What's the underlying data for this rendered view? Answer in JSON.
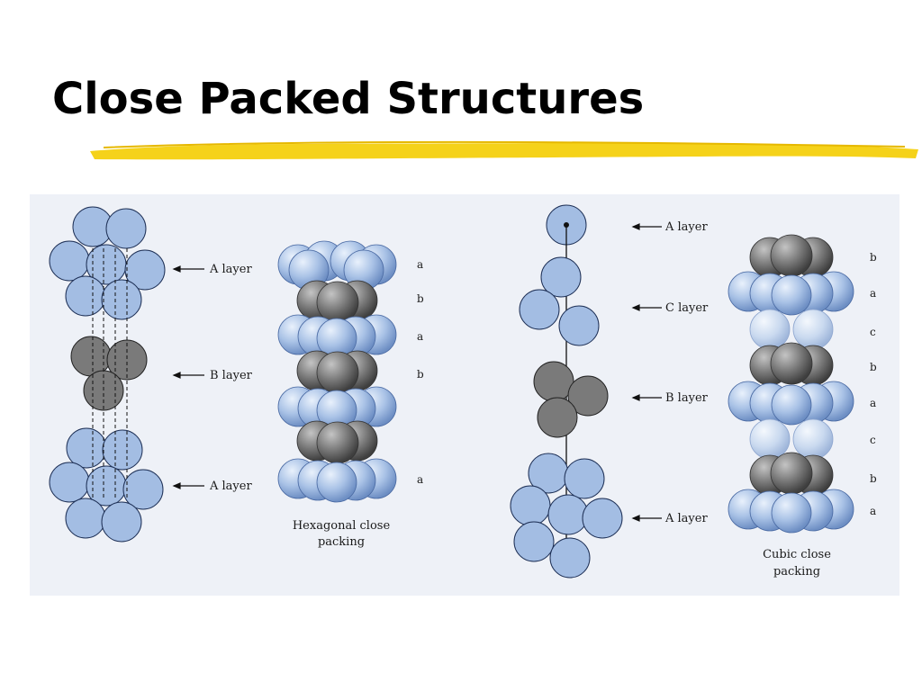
{
  "title": "Close Packed Structures",
  "colors": {
    "accent_highlight": "#f5d21a",
    "atom_blue": "#a3bde3",
    "atom_gray": "#6f6f6f",
    "panel_bg": "#eef1f7"
  },
  "figure": {
    "left_stack": {
      "labels": [
        "A layer",
        "B layer",
        "A layer"
      ]
    },
    "hcp": {
      "layer_letters": [
        "a",
        "b",
        "a",
        "b",
        "a"
      ],
      "caption": "Hexagonal close packing",
      "caption_lines": [
        "Hexagonal close",
        "packing"
      ]
    },
    "ccp_stack": {
      "labels": [
        "A layer",
        "C layer",
        "B layer",
        "A layer"
      ]
    },
    "ccp": {
      "layer_letters": [
        "b",
        "a",
        "c",
        "b",
        "a",
        "c",
        "b",
        "a"
      ],
      "caption": "Cubic close packing",
      "caption_lines": [
        "Cubic close",
        "packing"
      ]
    }
  }
}
